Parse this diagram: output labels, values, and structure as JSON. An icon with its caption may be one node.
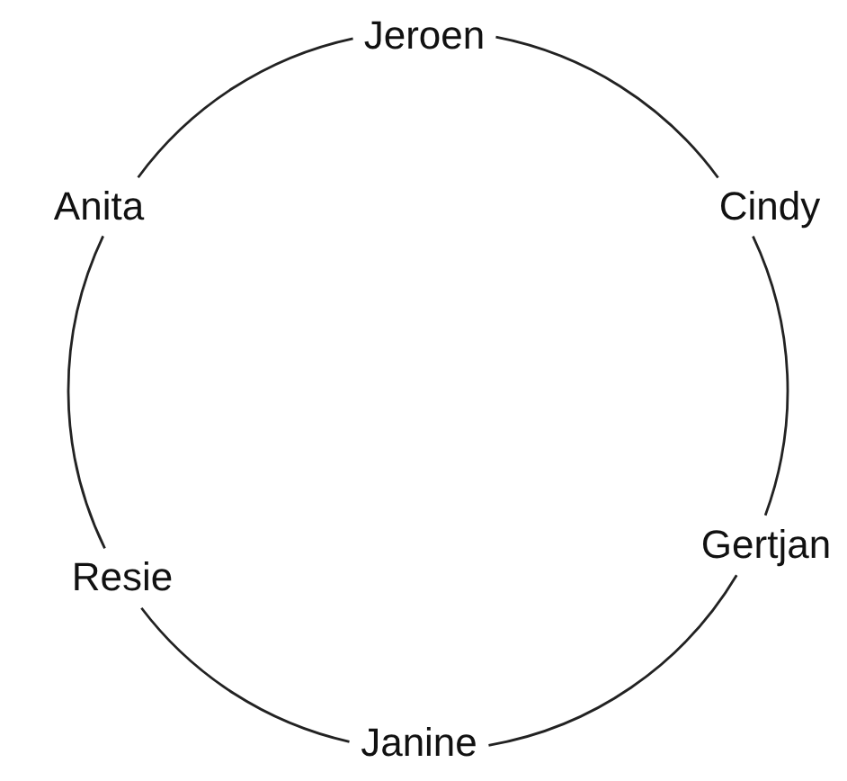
{
  "diagram": {
    "nodes": [
      {
        "text": [
          "Jeroen"
        ]
      },
      {
        "text": [
          "Cindy"
        ]
      },
      {
        "text": [
          "Gertjan"
        ]
      },
      {
        "text": [
          "Janine"
        ]
      },
      {
        "text": [
          "Resie"
        ]
      },
      {
        "text": [
          "Anita"
        ]
      }
    ],
    "edges": [
      {
        "from": 0,
        "to": 1,
        "arrow": "none"
      },
      {
        "from": 1,
        "to": 2,
        "arrow": "none"
      },
      {
        "from": 2,
        "to": 3,
        "arrow": "none"
      },
      {
        "from": 3,
        "to": 4,
        "arrow": "none"
      },
      {
        "from": 4,
        "to": 5,
        "arrow": "none"
      },
      {
        "from": 5,
        "to": 0,
        "arrow": "none"
      }
    ]
  }
}
